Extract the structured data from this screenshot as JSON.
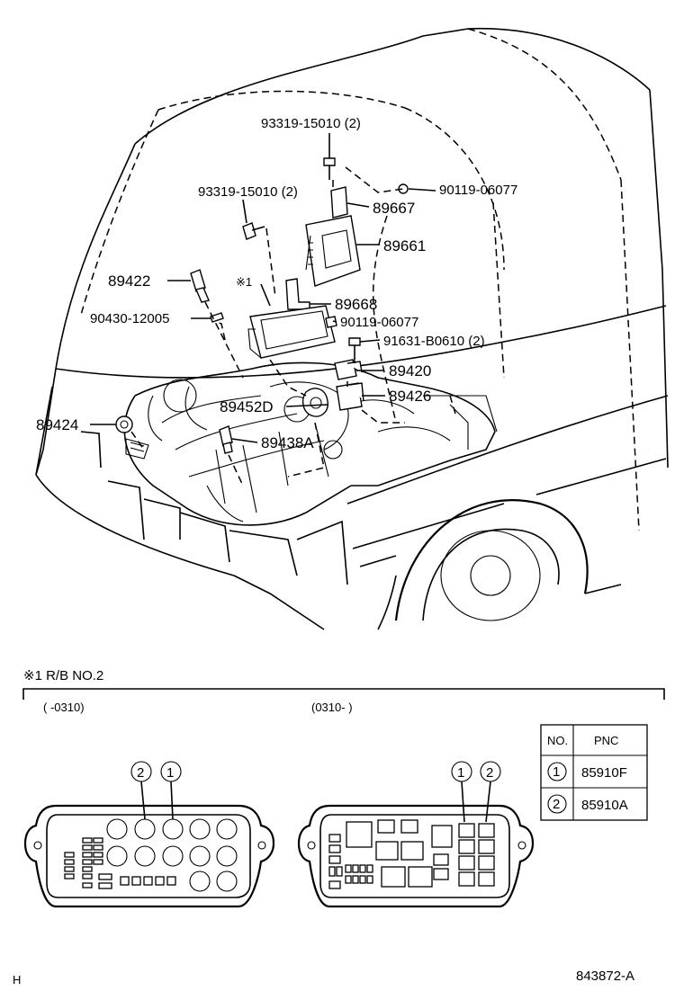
{
  "callouts": {
    "c93319_top": "93319-15010 (2)",
    "c93319_left": "93319-15010 (2)",
    "c90119_top": "90119-06077",
    "c89667": "89667",
    "c89661": "89661",
    "c89422": "89422",
    "note_mark": "※1",
    "c89668": "89668",
    "c90430": "90430-12005",
    "c90119_mid": "90119-06077",
    "c91631": "91631-B0610 (2)",
    "c89420": "89420",
    "c89426": "89426",
    "c89452D": "89452D",
    "c89424": "89424",
    "c89438A": "89438A"
  },
  "note": {
    "title": "※1   R/B NO.2",
    "range_left": "(        -0310)",
    "range_right": "(0310-        )"
  },
  "pnc_table": {
    "headers": [
      "NO.",
      "PNC"
    ],
    "rows": [
      {
        "no": "1",
        "pnc": "85910F"
      },
      {
        "no": "2",
        "pnc": "85910A"
      }
    ]
  },
  "markers": {
    "one": "1",
    "two": "2"
  },
  "footer": {
    "left": "H",
    "code": "843872-A"
  }
}
